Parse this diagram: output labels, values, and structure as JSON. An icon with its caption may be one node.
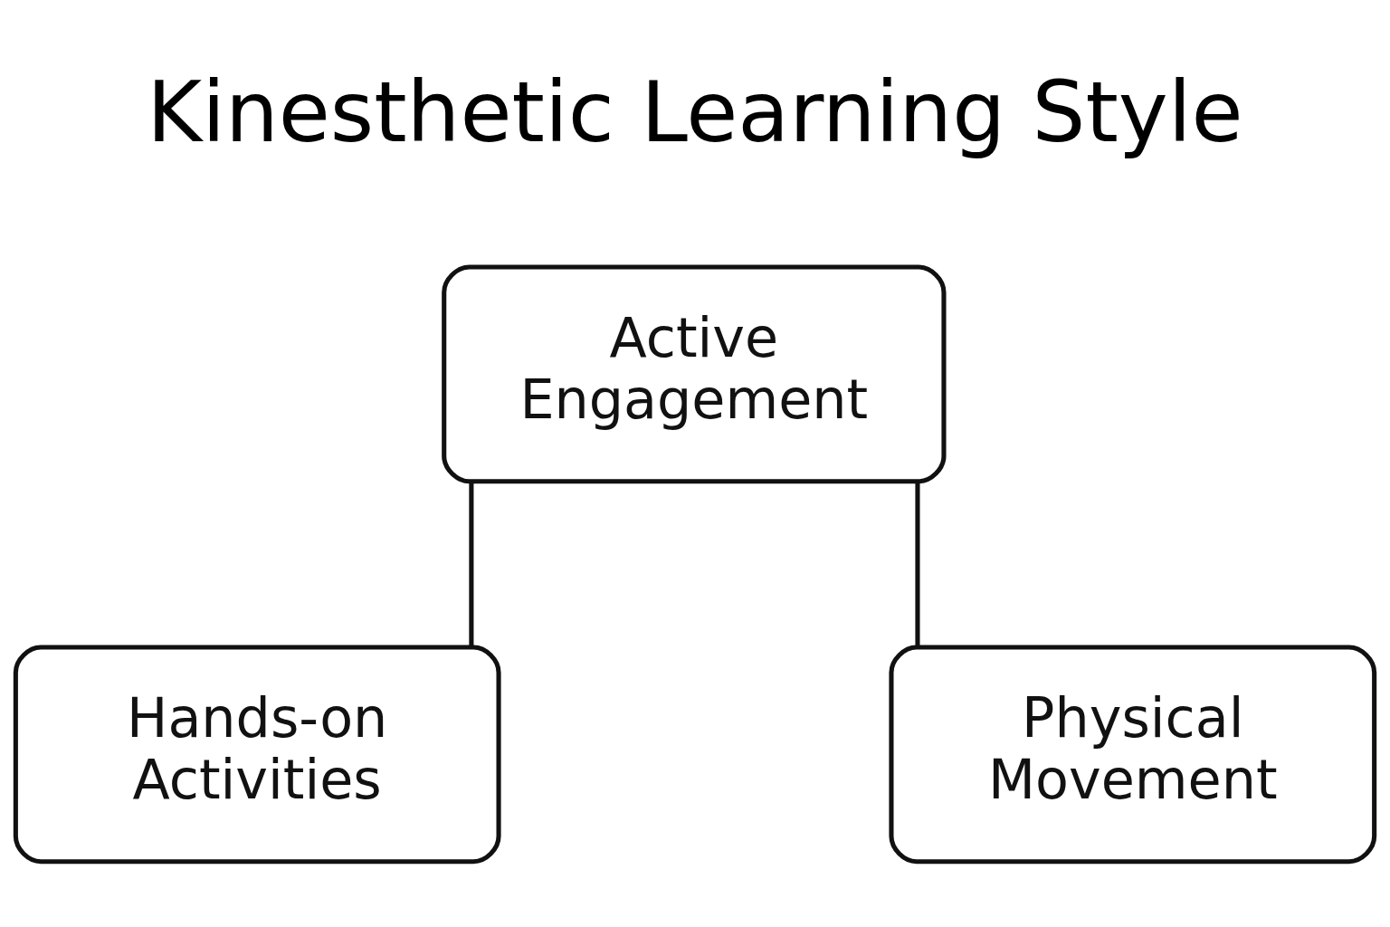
{
  "diagram": {
    "title": "Kinesthetic Learning Style",
    "nodes": [
      {
        "text": [
          "Active Engagement"
        ]
      },
      {
        "text": [
          "Hands-on Activities"
        ]
      },
      {
        "text": [
          "Physical Movement"
        ]
      }
    ],
    "edges": [
      {
        "from": 0,
        "to": 1,
        "arrow": "none"
      },
      {
        "from": 0,
        "to": 2,
        "arrow": "none"
      }
    ]
  }
}
